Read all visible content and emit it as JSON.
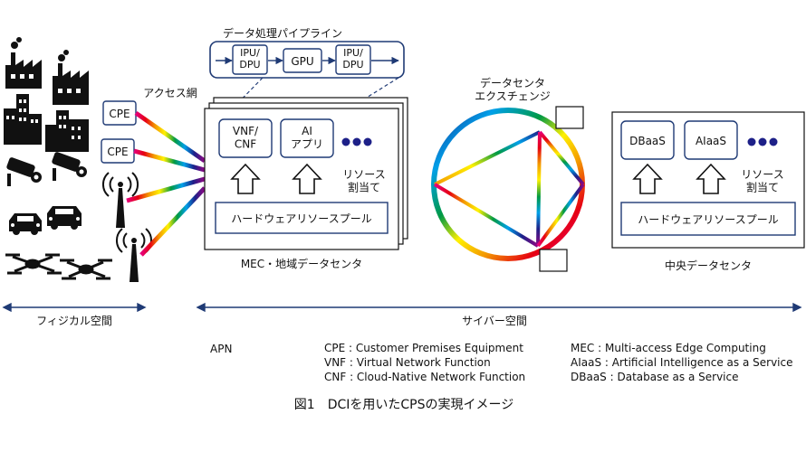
{
  "pipeline": {
    "title": "データ処理パイプライン",
    "stages": [
      "IPU/\nDPU",
      "GPU",
      "IPU/\nDPU"
    ]
  },
  "access": {
    "label": "アクセス網",
    "cpe": [
      "CPE",
      "CPE"
    ]
  },
  "mec": {
    "vnf": "VNF/\nCNF",
    "ai": "AI\nアプリ",
    "resource": "リソース\n割当て",
    "pool": "ハードウェアリソースプール",
    "caption": "MEC・地域データセンタ"
  },
  "exchange": {
    "label": "データセンタ\nエクスチェンジ"
  },
  "central": {
    "dbaas": "DBaaS",
    "aiaas": "AIaaS",
    "resource": "リソース\n割当て",
    "pool": "ハードウェアリソースプール",
    "caption": "中央データセンタ"
  },
  "spaces": {
    "physical": "フィジカル空間",
    "cyber": "サイバー空間"
  },
  "legend": {
    "apn": "APN",
    "left": [
      "CPE : Customer Premises Equipment",
      "VNF : Virtual Network Function",
      "CNF : Cloud-Native Network Function"
    ],
    "right": [
      "MEC : Multi-access Edge Computing",
      "AIaaS : Artificial Intelligence as a Service",
      "DBaaS : Database as a Service"
    ]
  },
  "figure_caption": "図1　DCIを用いたCPSの実現イメージ",
  "colors": {
    "box_stroke": "#1f3a75",
    "rainbow": [
      "#e6007e",
      "#e60012",
      "#f39800",
      "#fff100",
      "#009944",
      "#00a0e9",
      "#1d2088",
      "#920783"
    ]
  },
  "icons": [
    "factory-icon",
    "building-icon",
    "camera-icon",
    "car-icon",
    "drone-icon",
    "antenna-icon",
    "ellipsis-icon"
  ]
}
